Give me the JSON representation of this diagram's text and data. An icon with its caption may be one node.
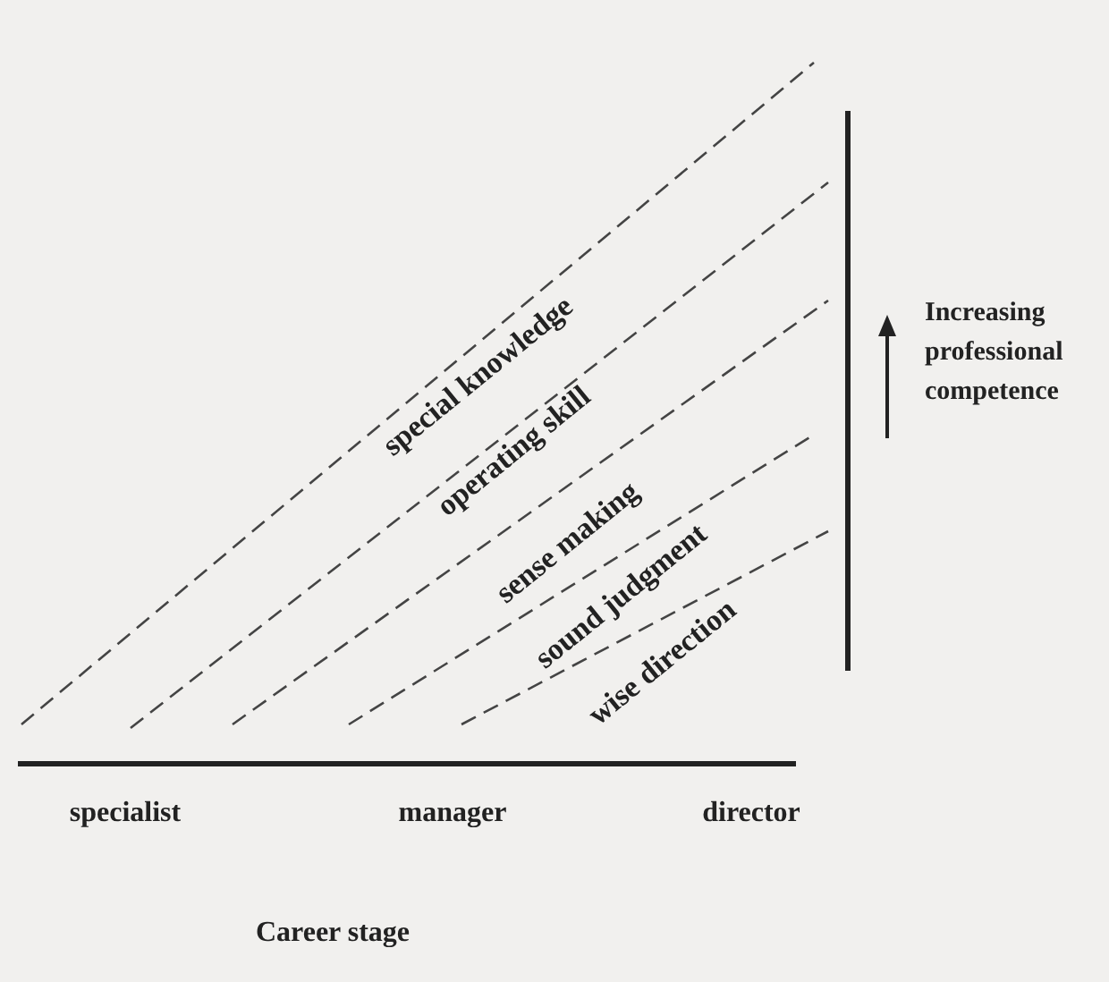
{
  "diagram": {
    "labels": [
      "special knowledge",
      "operating skill",
      "sense making",
      "sound judgment",
      "wise direction",
      "Increasing professional competence",
      "specialist",
      "manager",
      "director",
      "Career stage"
    ]
  }
}
